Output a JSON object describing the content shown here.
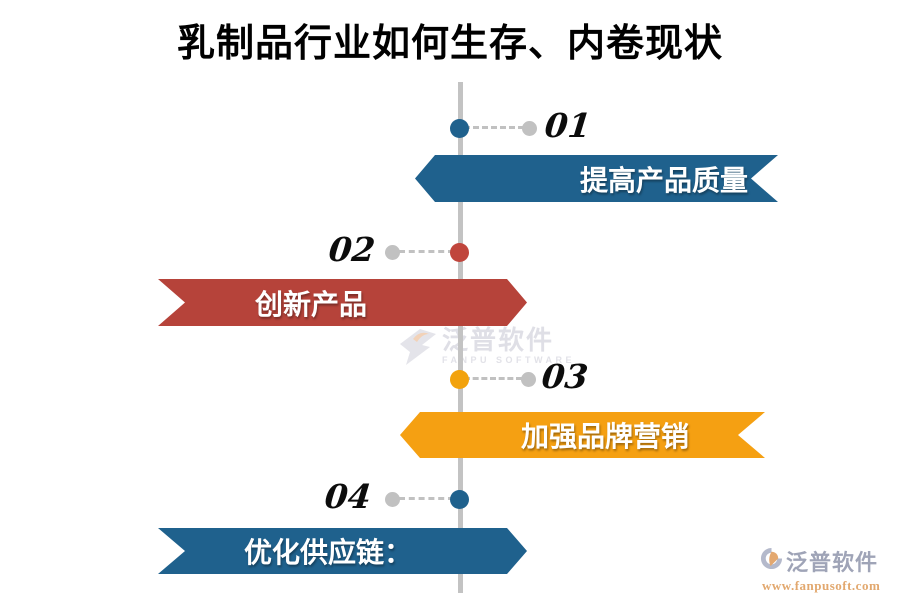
{
  "title": "乳制品行业如何生存、内卷现状",
  "timeline": {
    "line_color": "#c3c3c3",
    "connector_color": "#c1c1c1",
    "items": [
      {
        "number": "01",
        "label": "提高产品质量",
        "color": "#1f618d",
        "side": "right"
      },
      {
        "number": "02",
        "label": "创新产品",
        "color": "#b6433a",
        "side": "left"
      },
      {
        "number": "03",
        "label": "加强品牌营销",
        "color": "#f5a012",
        "side": "right"
      },
      {
        "number": "04",
        "label": "优化供应链：",
        "color": "#1f618d",
        "side": "left"
      }
    ]
  },
  "watermark_center": {
    "name": "泛普软件",
    "subtitle": "FANPU SOFTWARE"
  },
  "watermark_corner": {
    "name": "泛普软件",
    "url": "www.fanpusoft.com"
  }
}
